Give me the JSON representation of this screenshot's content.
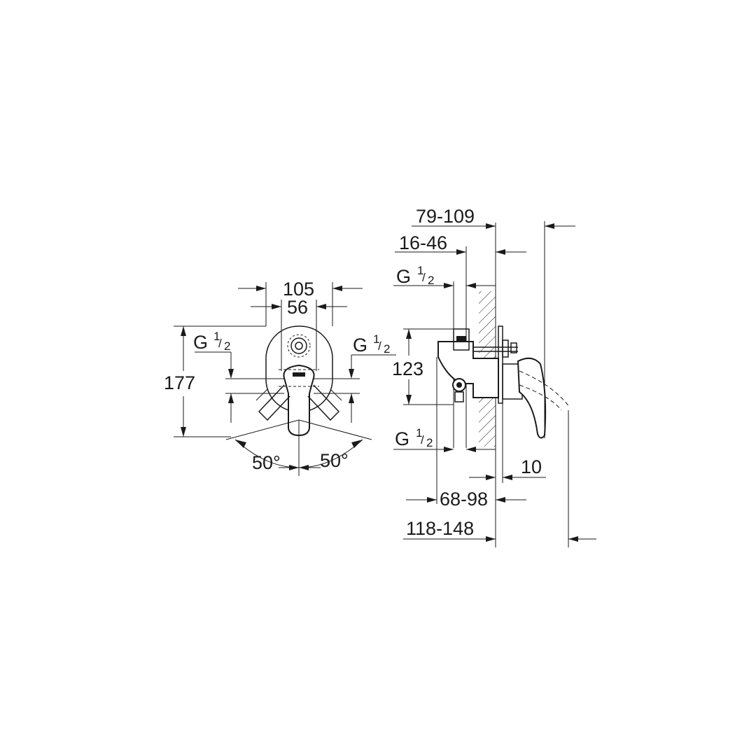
{
  "front_view": {
    "dim_width_outer": "105",
    "dim_width_inner": "56",
    "dim_height": "177",
    "connection_left": {
      "g": "G",
      "num": "1",
      "den": "2"
    },
    "connection_right": {
      "g": "G",
      "num": "1",
      "den": "2"
    },
    "angle_left": "50°",
    "angle_right": "50°"
  },
  "side_view": {
    "dim_total_depth": "79-109",
    "dim_install_depth": "16-46",
    "connection_top": {
      "g": "G",
      "num": "1",
      "den": "2"
    },
    "connection_bottom": {
      "g": "G",
      "num": "1",
      "den": "2"
    },
    "dim_height": "123",
    "dim_plate": "10",
    "dim_body": "68-98",
    "dim_overall": "118-148"
  }
}
